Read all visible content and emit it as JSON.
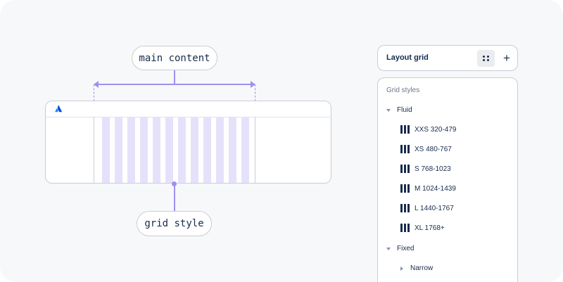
{
  "diagram": {
    "main_content_label": "main content",
    "grid_style_label": "grid style",
    "accent_color": "#9f8fef",
    "column_fill_color": "#e6e1fb",
    "logo_icon": "atlassian-logo-icon"
  },
  "panel": {
    "title": "Layout grid",
    "grid_view_icon": "grid-dots-icon",
    "add_icon": "plus-icon",
    "section_label": "Grid styles",
    "groups": [
      {
        "label": "Fluid",
        "expanded": true,
        "items": [
          "XXS 320-479",
          "XS 480-767",
          "S 768-1023",
          "M 1024-1439",
          "L 1440-1767",
          "XL 1768+"
        ]
      },
      {
        "label": "Fixed",
        "expanded": true,
        "items": [
          "Narrow"
        ]
      }
    ]
  }
}
